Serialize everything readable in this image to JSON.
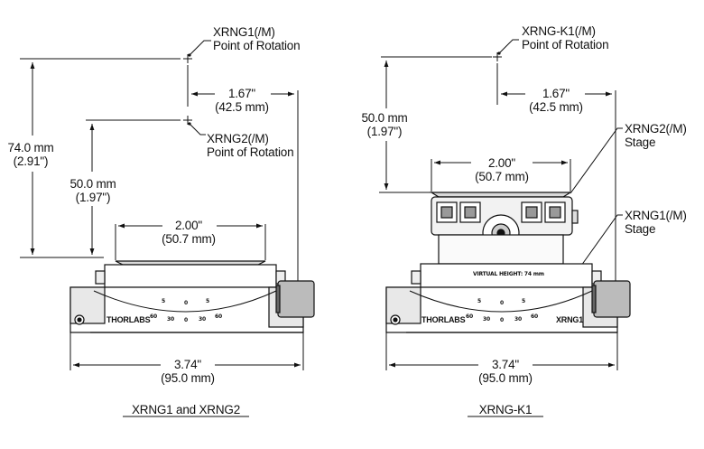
{
  "left": {
    "rot1": {
      "line1": "XRNG1(/M)",
      "line2": "Point of Rotation"
    },
    "rot2": {
      "line1": "XRNG2(/M)",
      "line2": "Point of Rotation"
    },
    "offset": {
      "inch": "1.67\"",
      "mm": "(42.5 mm)"
    },
    "height_total": {
      "mm": "74.0 mm",
      "inch": "(2.91\")"
    },
    "height_50": {
      "mm": "50.0 mm",
      "inch": "(1.97\")"
    },
    "platform": {
      "inch": "2.00\"",
      "mm": "(50.7 mm)"
    },
    "width": {
      "inch": "3.74\"",
      "mm": "(95.0 mm)"
    },
    "brand": "THORLABS",
    "caption": "XRNG1 and XRNG2"
  },
  "right": {
    "rot": {
      "line1": "XRNG-K1(/M)",
      "line2": "Point of Rotation"
    },
    "offset": {
      "inch": "1.67\"",
      "mm": "(42.5 mm)"
    },
    "height_50": {
      "mm": "50.0 mm",
      "inch": "(1.97\")"
    },
    "platform": {
      "inch": "2.00\"",
      "mm": "(50.7 mm)"
    },
    "stage2": {
      "line1": "XRNG2(/M)",
      "line2": "Stage"
    },
    "stage1": {
      "line1": "XRNG1(/M)",
      "line2": "Stage"
    },
    "virtual_height": "VIRTUAL HEIGHT: 74 mm",
    "brand": "THORLABS",
    "model": "XRNG1",
    "width": {
      "inch": "3.74\"",
      "mm": "(95.0 mm)"
    },
    "caption": "XRNG-K1"
  },
  "scale": {
    "top": [
      "5",
      "0",
      "5"
    ],
    "bottom": [
      "60",
      "30",
      "0",
      "30",
      "60"
    ]
  }
}
